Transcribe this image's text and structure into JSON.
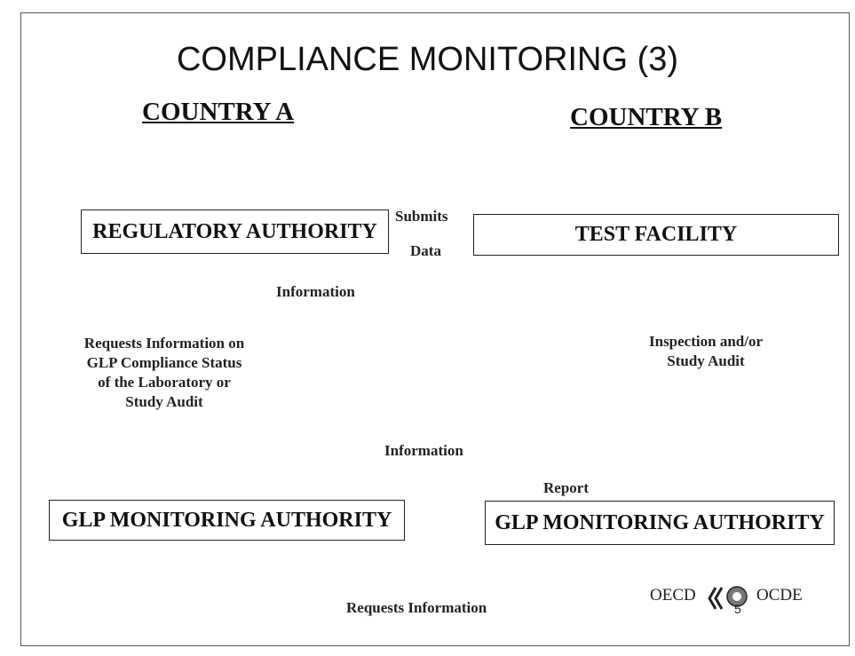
{
  "title": "COMPLIANCE MONITORING (3)",
  "country_a": "COUNTRY A",
  "country_b": "COUNTRY B",
  "boxes": {
    "regulatory_authority": "REGULATORY AUTHORITY",
    "test_facility": "TEST FACILITY",
    "glp_monitoring_a": "GLP MONITORING AUTHORITY",
    "glp_monitoring_b": "GLP MONITORING AUTHORITY"
  },
  "labels": {
    "submits": "Submits",
    "data": "Data",
    "information_up": "Information",
    "requests_line1": "Requests Information on",
    "requests_line2": "GLP Compliance Status",
    "requests_line3": "of the Laboratory or",
    "requests_line4": "Study Audit",
    "inspection_line1": "Inspection and/or",
    "inspection_line2": "Study Audit",
    "information_mid": "Information",
    "report": "Report",
    "requests_information": "Requests Information"
  },
  "logo": {
    "left": "OECD",
    "right": "OCDE",
    "page_number": "5"
  }
}
